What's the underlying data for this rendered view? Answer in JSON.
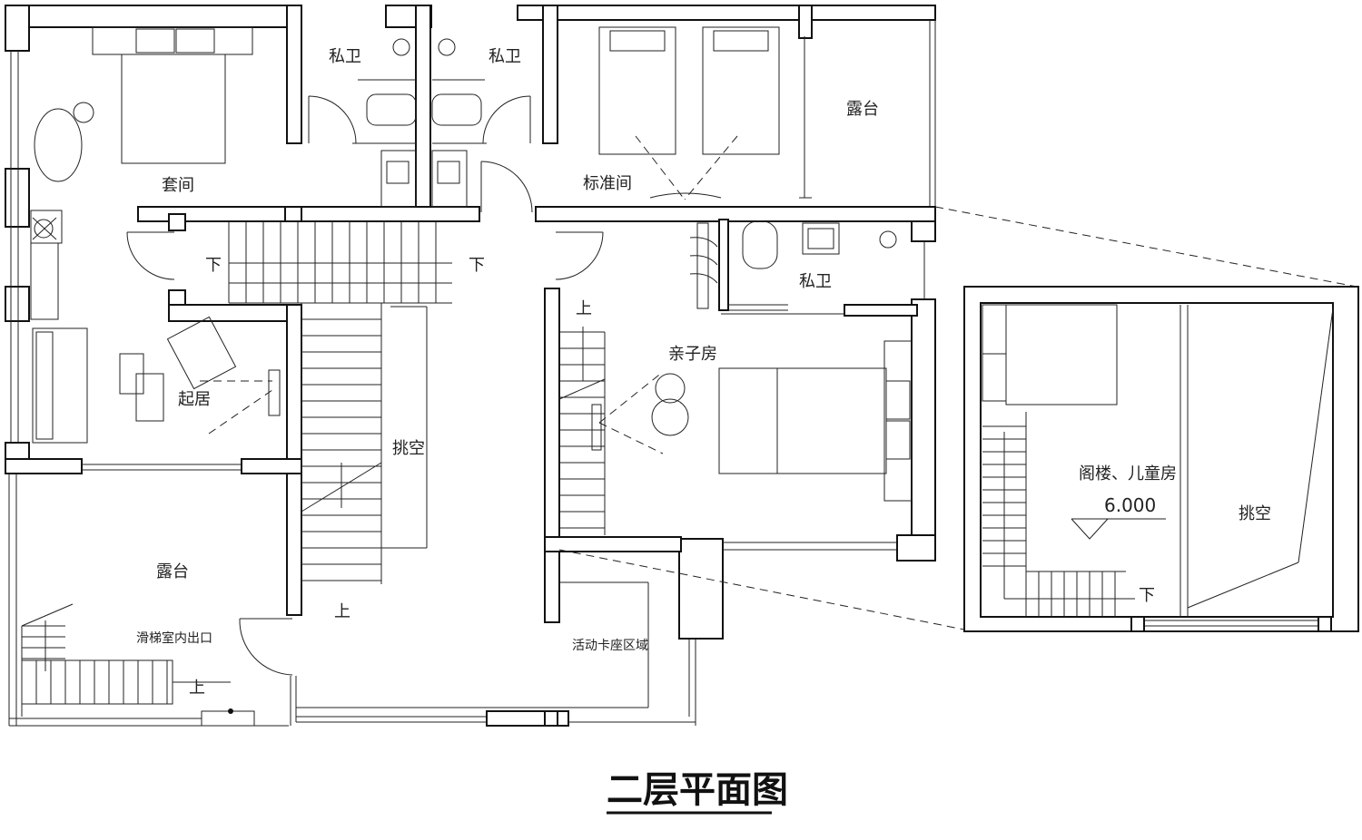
{
  "title": "二层平面图",
  "rooms": {
    "suite": "套间",
    "private_bath_1": "私卫",
    "private_bath_2": "私卫",
    "standard_room": "标准间",
    "terrace_top": "露台",
    "private_bath_3": "私卫",
    "parent_child_room": "亲子房",
    "living": "起居",
    "void_center": "挑空",
    "terrace_bottom": "露台",
    "slide_exit": "滑梯室内出口",
    "booth_area": "活动卡座区域",
    "attic_room": "阁楼、儿童房",
    "attic_void": "挑空"
  },
  "stair_labels": {
    "down_left": "下",
    "down_right": "下",
    "up_center": "上",
    "up_right": "上",
    "up_slide": "上",
    "down_attic": "下"
  },
  "elevation": "6.000"
}
